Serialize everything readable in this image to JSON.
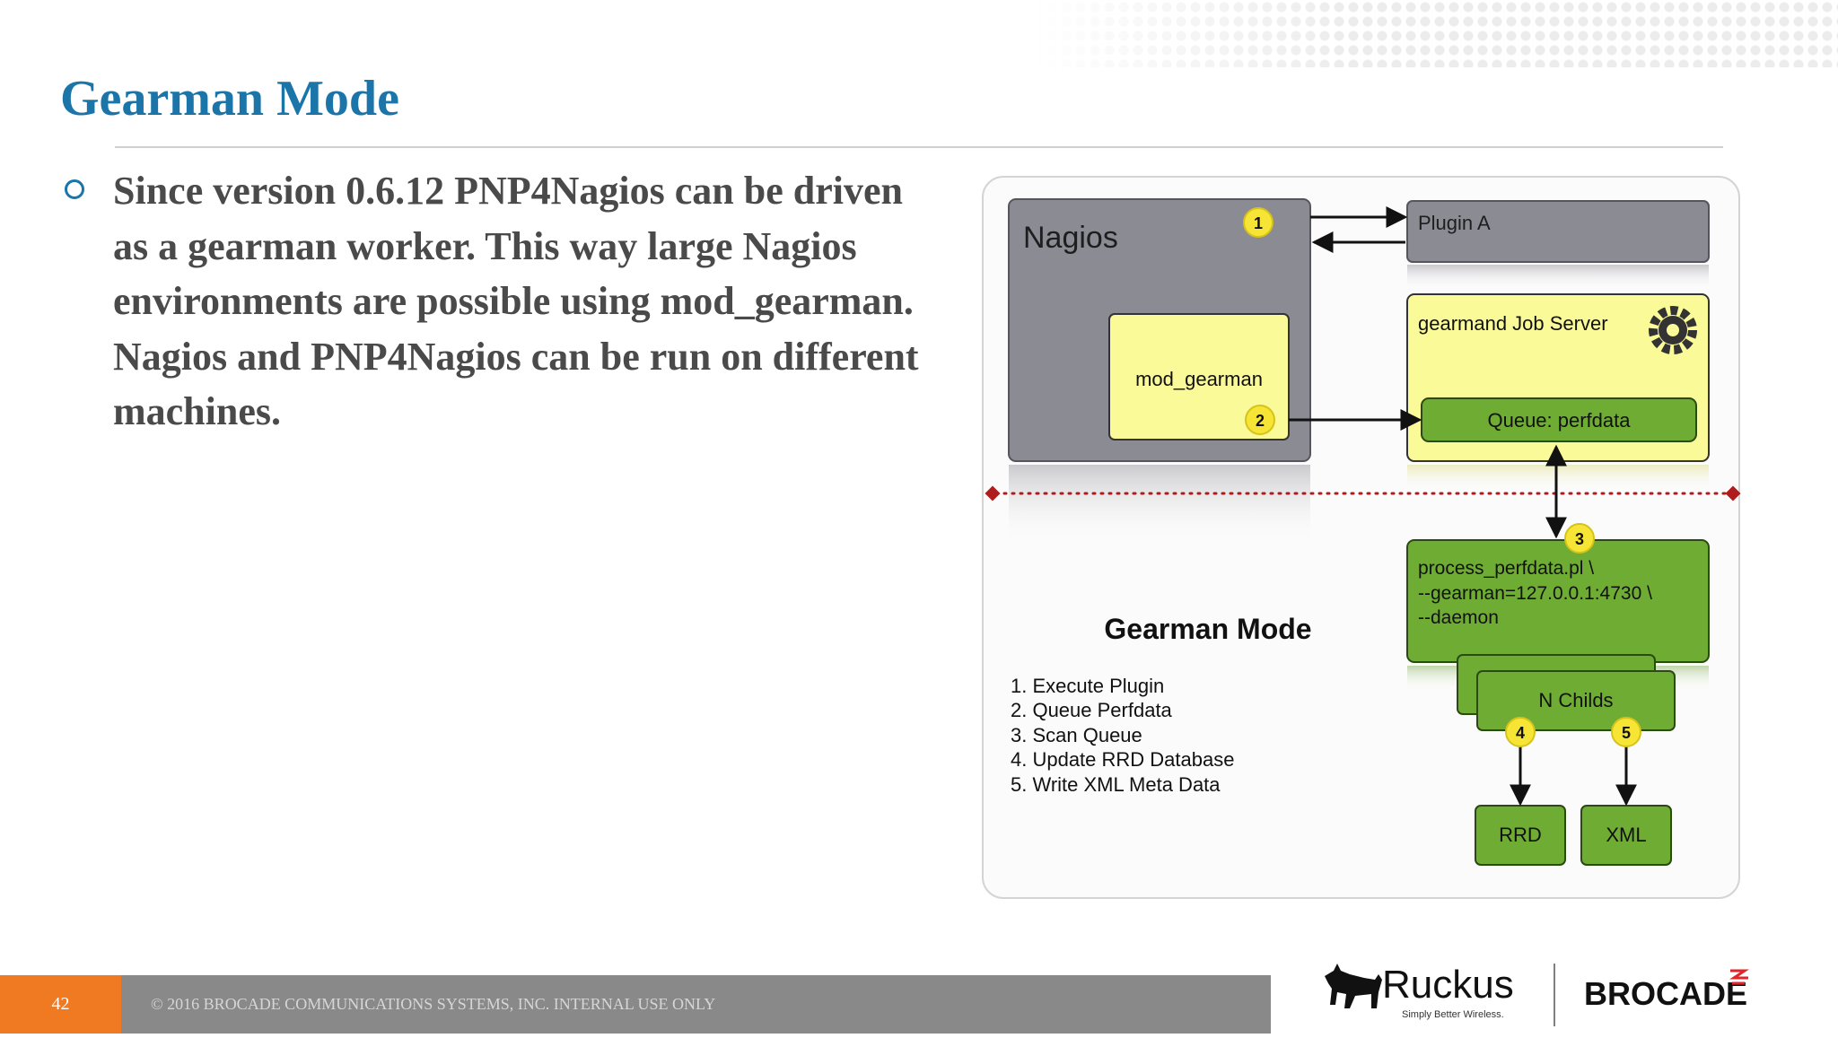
{
  "slide": {
    "title": "Gearman Mode",
    "bullet": "Since version 0.6.12 PNP4Nagios can be driven as a gearman worker. This way large Nagios environments are possible using mod_gearman. Nagios and PNP4Nagios can be run on different machines."
  },
  "diagram": {
    "nagios_label": "Nagios",
    "mod_gearman_label": "mod_gearman",
    "plugin_label": "Plugin A",
    "job_server_label": "gearmand Job Server",
    "queue_label": "Queue: perfdata",
    "process_lines": [
      "process_perfdata.pl \\",
      "--gearman=127.0.0.1:4730 \\",
      "--daemon"
    ],
    "childs_label": "N Childs",
    "rrd_label": "RRD",
    "xml_label": "XML",
    "step_badges": [
      "1",
      "2",
      "3",
      "4",
      "5"
    ],
    "legend_title": "Gearman Mode",
    "legend_items": [
      "1. Execute Plugin",
      "2. Queue Perfdata",
      "3. Scan Queue",
      "4. Update RRD Database",
      "5. Write XML Meta Data"
    ],
    "colors": {
      "gray_box": "#8b8b93",
      "yellow_box": "#fbfa98",
      "green_box": "#6fac34",
      "badge": "#f6e534",
      "divider": "#b01c1c"
    }
  },
  "footer": {
    "page_number": "42",
    "copyright": "© 2016 BROCADE COMMUNICATIONS SYSTEMS, INC. INTERNAL USE ONLY"
  },
  "logos": {
    "ruckus_name": "Ruckus",
    "ruckus_tagline": "Simply Better Wireless.",
    "brocade_name": "BROCADE"
  },
  "theme": {
    "title_color": "#1b75a8",
    "body_text_color": "#4a4a4a",
    "footer_bar_color": "#898989",
    "page_box_color": "#ef7a22"
  }
}
